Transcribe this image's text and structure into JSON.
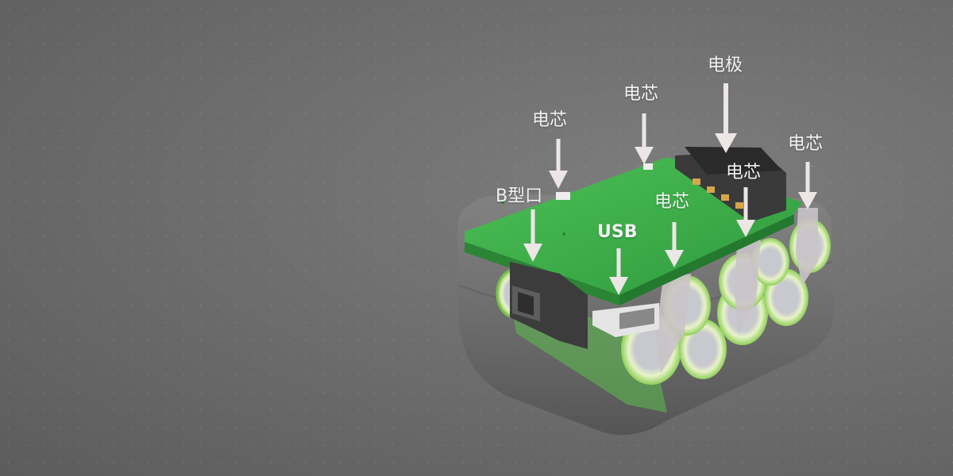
{
  "labels": {
    "cell_left": "电芯",
    "cell_top": "电芯",
    "electrode": "电极",
    "cell_right": "电芯",
    "cell_inner_right": "电芯",
    "cell_middle": "电芯",
    "b_port": "B型口",
    "usb": "USB"
  },
  "colors": {
    "background": "#6b6b6b",
    "pcb": "#3fae4a",
    "cell_ring": "#b9e08a",
    "arrow": "#ece6e6",
    "label": "#f2f2f2"
  }
}
